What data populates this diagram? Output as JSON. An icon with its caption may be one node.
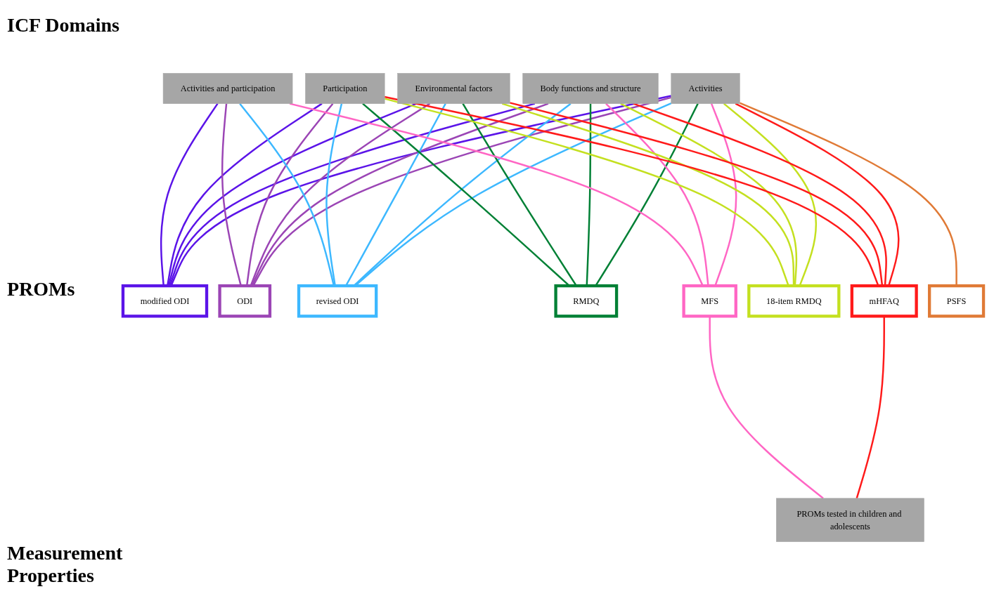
{
  "diagram": {
    "nodes": [
      {
        "text": [
          "Activities"
        ]
      },
      {
        "text": [
          "Body functions and structure"
        ]
      },
      {
        "text": [
          "Environmental factors"
        ]
      },
      {
        "text": [
          "Participation"
        ]
      },
      {
        "text": [
          "Activities and participation"
        ]
      },
      {
        "text": [
          "modified ODI"
        ]
      },
      {
        "text": [
          "ODI"
        ]
      },
      {
        "text": [
          "revised ODI"
        ]
      },
      {
        "text": [
          "RMDQ"
        ]
      },
      {
        "text": [
          "mHFAQ"
        ]
      },
      {
        "text": [
          "18-item RMDQ"
        ]
      },
      {
        "text": [
          "MFS"
        ]
      },
      {
        "text": [
          "PSFS"
        ]
      },
      {
        "text": [
          "PROMs tested in children and adolescents"
        ]
      }
    ],
    "edges": [
      {
        "from": 0,
        "to": 5,
        "arrow": "none",
        "color": "#5b14e8"
      },
      {
        "from": 0,
        "to": 6,
        "arrow": "none",
        "color": "#9b45b5"
      },
      {
        "from": 0,
        "to": 7,
        "arrow": "none",
        "color": "#3db8ff"
      },
      {
        "from": 0,
        "to": 8,
        "arrow": "none",
        "color": "#008035"
      },
      {
        "from": 0,
        "to": 9,
        "arrow": "none",
        "color": "#ff1a1a"
      },
      {
        "from": 0,
        "to": 10,
        "arrow": "none",
        "color": "#c4e020"
      },
      {
        "from": 0,
        "to": 11,
        "arrow": "none",
        "color": "#ff66c4"
      },
      {
        "from": 0,
        "to": 12,
        "arrow": "none",
        "color": "#e07a36"
      },
      {
        "from": 1,
        "to": 5,
        "arrow": "none",
        "color": "#5b14e8"
      },
      {
        "from": 1,
        "to": 6,
        "arrow": "none",
        "color": "#9b45b5"
      },
      {
        "from": 1,
        "to": 7,
        "arrow": "none",
        "color": "#3db8ff"
      },
      {
        "from": 1,
        "to": 8,
        "arrow": "none",
        "color": "#008035"
      },
      {
        "from": 1,
        "to": 9,
        "arrow": "none",
        "color": "#ff1a1a"
      },
      {
        "from": 1,
        "to": 10,
        "arrow": "none",
        "color": "#c4e020"
      },
      {
        "from": 1,
        "to": 11,
        "arrow": "none",
        "color": "#ff66c4"
      },
      {
        "from": 2,
        "to": 5,
        "arrow": "none",
        "color": "#5b14e8"
      },
      {
        "from": 2,
        "to": 6,
        "arrow": "none",
        "color": "#9b45b5"
      },
      {
        "from": 2,
        "to": 7,
        "arrow": "none",
        "color": "#3db8ff"
      },
      {
        "from": 2,
        "to": 8,
        "arrow": "none",
        "color": "#008035"
      },
      {
        "from": 2,
        "to": 9,
        "arrow": "none",
        "color": "#ff1a1a"
      },
      {
        "from": 2,
        "to": 10,
        "arrow": "none",
        "color": "#c4e020"
      },
      {
        "from": 3,
        "to": 5,
        "arrow": "none",
        "color": "#5b14e8"
      },
      {
        "from": 3,
        "to": 6,
        "arrow": "none",
        "color": "#9b45b5"
      },
      {
        "from": 3,
        "to": 7,
        "arrow": "none",
        "color": "#3db8ff"
      },
      {
        "from": 3,
        "to": 8,
        "arrow": "none",
        "color": "#008035"
      },
      {
        "from": 3,
        "to": 9,
        "arrow": "none",
        "color": "#ff1a1a"
      },
      {
        "from": 3,
        "to": 10,
        "arrow": "none",
        "color": "#c4e020"
      },
      {
        "from": 4,
        "to": 5,
        "arrow": "none",
        "color": "#5b14e8"
      },
      {
        "from": 4,
        "to": 6,
        "arrow": "none",
        "color": "#9b45b5"
      },
      {
        "from": 4,
        "to": 7,
        "arrow": "none",
        "color": "#3db8ff"
      },
      {
        "from": 4,
        "to": 11,
        "arrow": "none",
        "color": "#ff66c4"
      },
      {
        "from": 9,
        "to": 13,
        "arrow": "none",
        "color": "#ff1a1a"
      },
      {
        "from": 11,
        "to": 13,
        "arrow": "none",
        "color": "#ff66c4"
      }
    ],
    "labels": [
      "ICF Domains",
      "PROMs",
      "Measurement Properties"
    ]
  }
}
